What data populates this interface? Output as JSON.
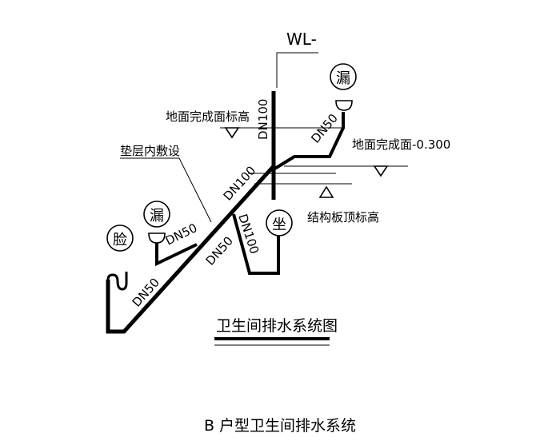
{
  "stack_label": "WL-",
  "fixtures": {
    "floor_drain_upper": "漏",
    "floor_drain_lower": "漏",
    "washbasin": "脸",
    "toilet": "坐"
  },
  "pipe_labels": {
    "riser": "DN100",
    "branch_upper": "DN50",
    "main_branch": "DN100",
    "toilet_branch": "DN100",
    "drain_branch": "DN50",
    "mid_branch": "DN50",
    "basin_branch": "DN50"
  },
  "annotations": {
    "floor_finish_level": "地面完成面标高",
    "floor_finish_value": "地面完成面-0.300",
    "cushion_laying": "垫层内敷设",
    "slab_top_level": "结构板顶标高"
  },
  "diagram_title": "卫生间排水系统图",
  "caption": "B 户型卫生间排水系统"
}
